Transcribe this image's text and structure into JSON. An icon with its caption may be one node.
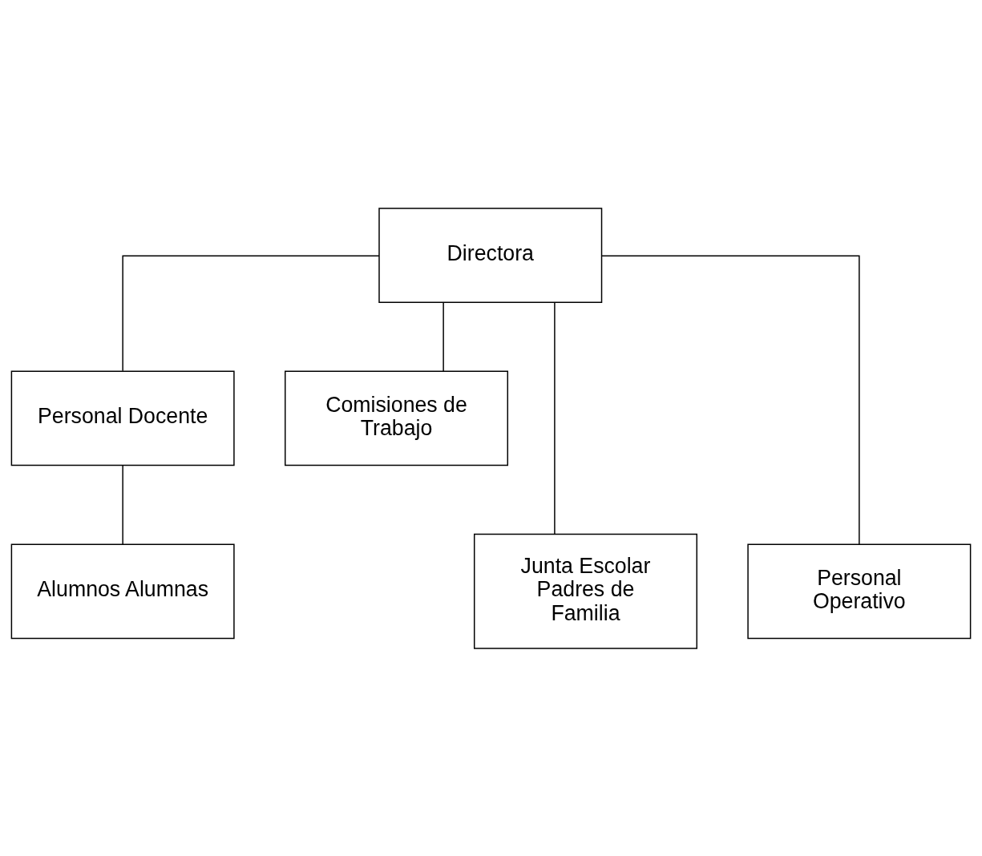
{
  "diagram": {
    "nodes": [
      {
        "text": [
          "Directora"
        ]
      },
      {
        "text": [
          "Personal Docente"
        ]
      },
      {
        "text": [
          "Comisiones de Trabajo"
        ]
      },
      {
        "text": [
          "Alumnos Alumnas"
        ]
      },
      {
        "text": [
          "Junta Escolar Padres de Familia"
        ]
      },
      {
        "text": [
          "Personal Operativo"
        ]
      }
    ],
    "edges": [
      {
        "from": 0,
        "to": 1,
        "arrow": "none"
      },
      {
        "from": 0,
        "to": 2,
        "arrow": "none"
      },
      {
        "from": 0,
        "to": 5,
        "arrow": "none"
      },
      {
        "from": 0,
        "to": 4,
        "arrow": "none"
      },
      {
        "from": 1,
        "to": 3,
        "arrow": "none"
      }
    ]
  }
}
